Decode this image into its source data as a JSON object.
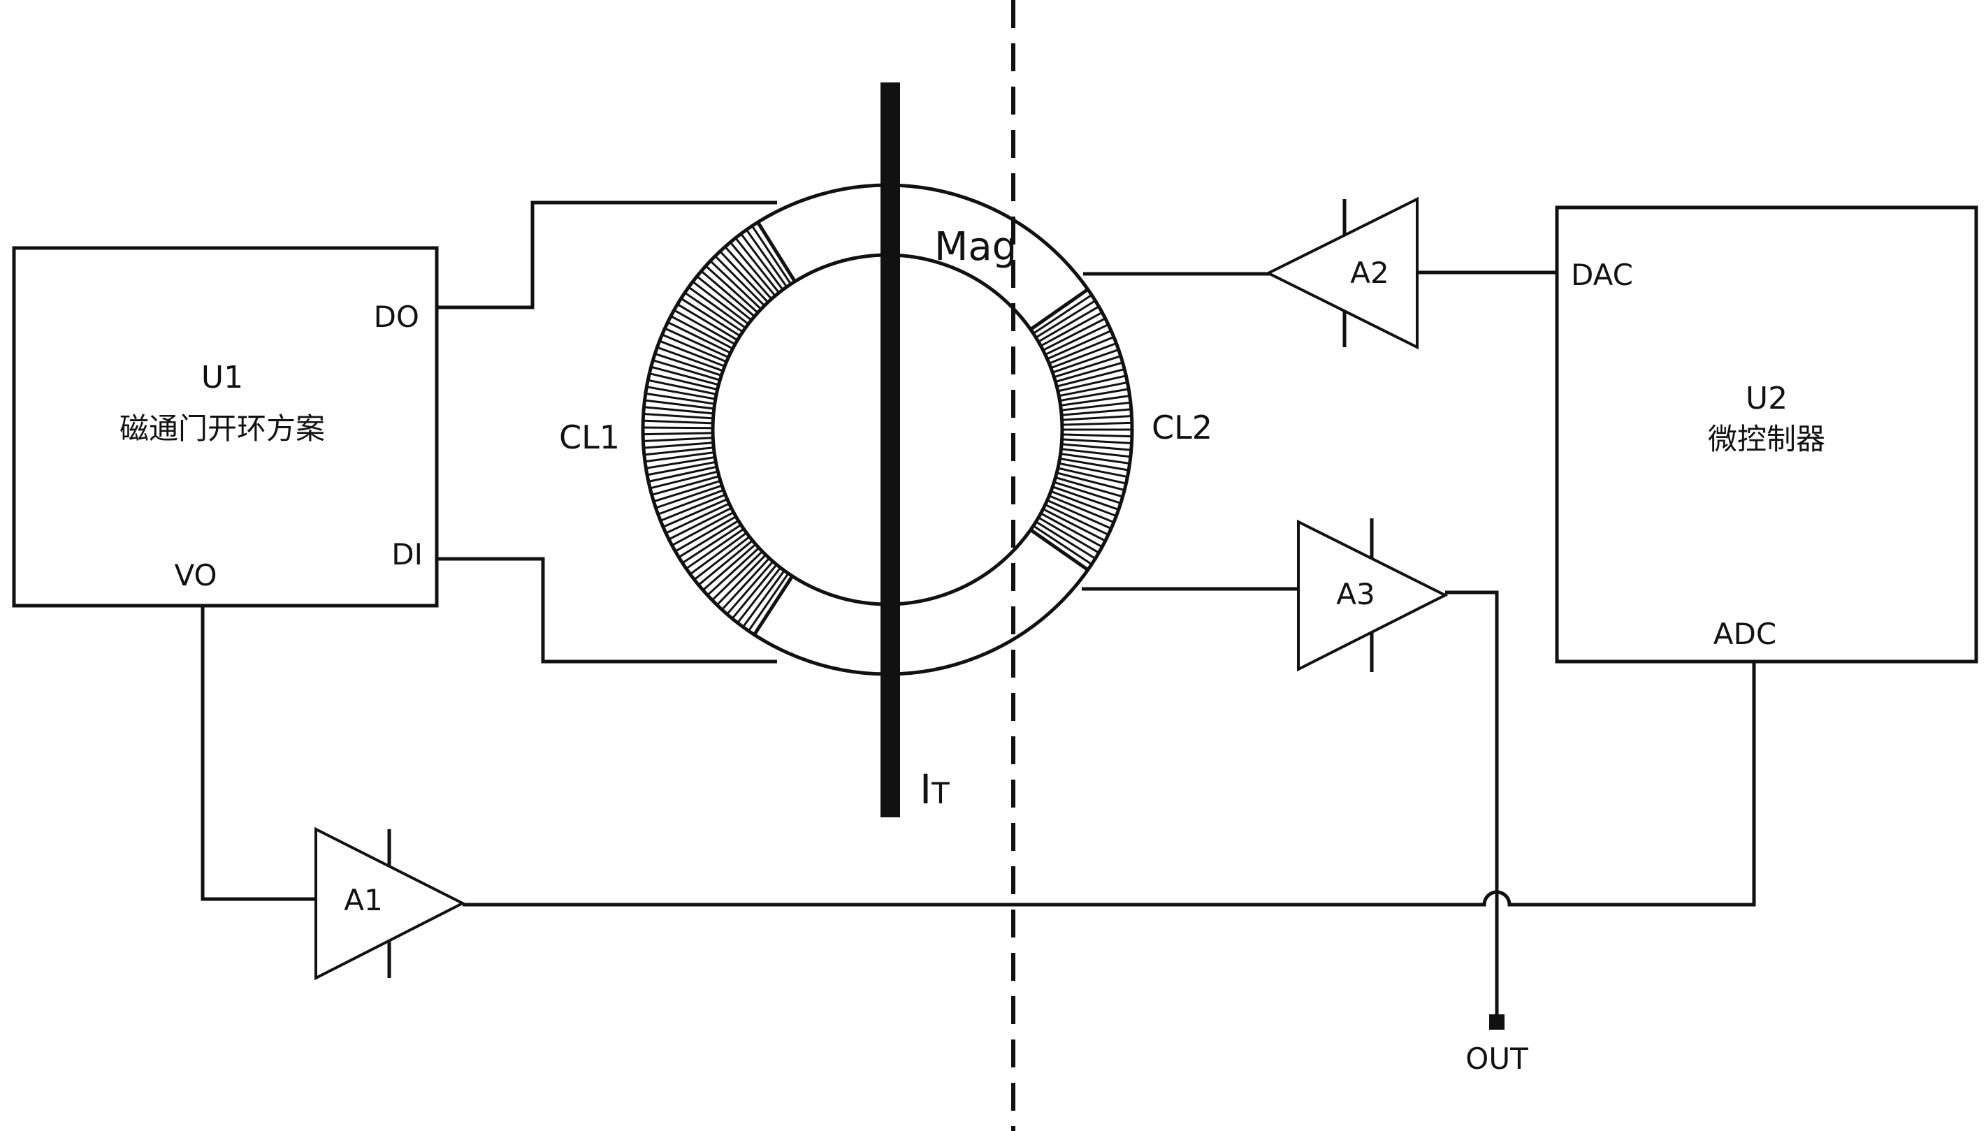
{
  "blocks": {
    "u1": {
      "name": "U1",
      "desc": "磁通门开环方案",
      "do": "DO",
      "di": "DI",
      "vo": "VO"
    },
    "u2": {
      "name": "U2",
      "desc": "微控制器",
      "dac": "DAC",
      "adc": "ADC"
    }
  },
  "amplifiers": {
    "a1": "A1",
    "a2": "A2",
    "a3": "A3"
  },
  "core": {
    "mag": "Mag",
    "cl1": "CL1",
    "cl2": "CL2"
  },
  "conductor": {
    "main": "I",
    "sub": "T"
  },
  "output": {
    "label": "OUT"
  },
  "colors": {
    "line": "#111111",
    "background": "#ffffff"
  }
}
